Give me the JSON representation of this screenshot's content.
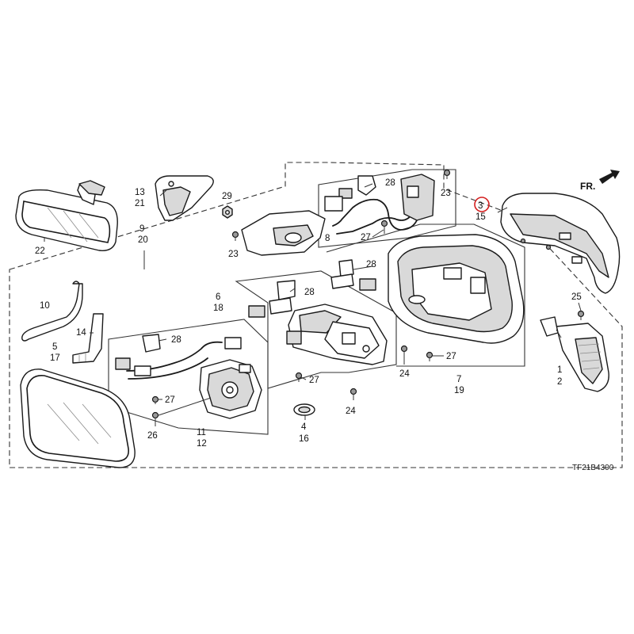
{
  "diagram": {
    "code": "TF21B4300",
    "direction_label": "FR.",
    "highlight_color": "#d42020",
    "callouts": {
      "c1": "1",
      "c2": "2",
      "c3": "3",
      "c4": "4",
      "c5": "5",
      "c6": "6",
      "c7": "7",
      "c8": "8",
      "c9": "9",
      "c10": "10",
      "c11": "11",
      "c12": "12",
      "c13": "13",
      "c14": "14",
      "c15": "15",
      "c16": "16",
      "c17": "17",
      "c18": "18",
      "c19": "19",
      "c20": "20",
      "c21": "21",
      "c22": "22",
      "c23a": "23",
      "c23b": "23",
      "c24a": "24",
      "c24b": "24",
      "c25": "25",
      "c26": "26",
      "c27a": "27",
      "c27b": "27",
      "c27c": "27",
      "c27d": "27",
      "c28a": "28",
      "c28b": "28",
      "c28c": "28",
      "c28d": "28",
      "c29": "29"
    }
  }
}
